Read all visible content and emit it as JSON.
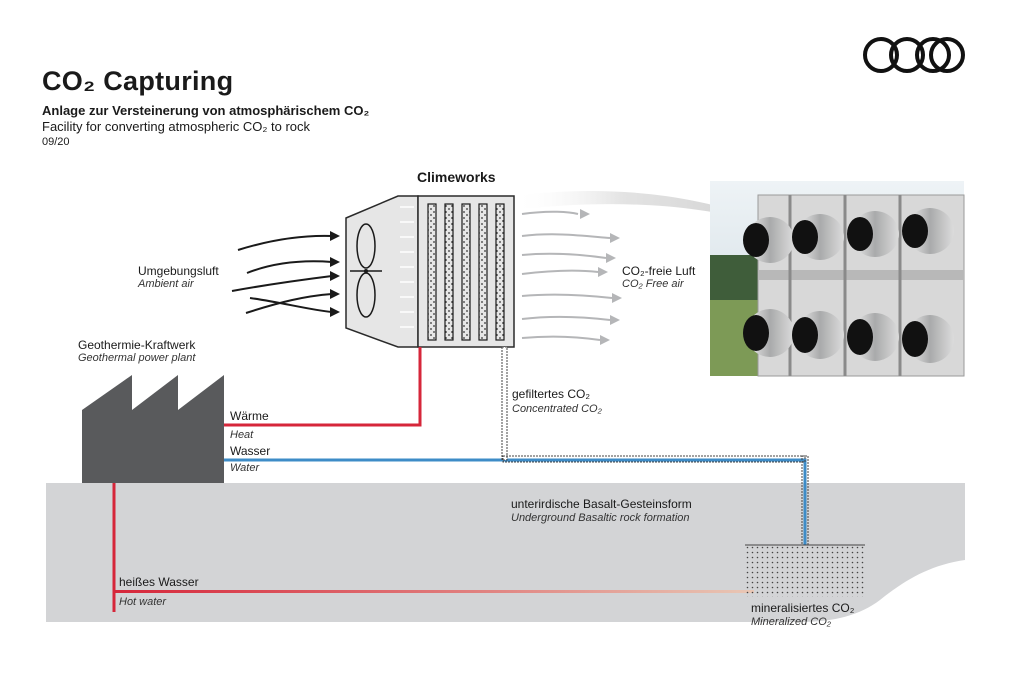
{
  "header": {
    "title": "CO₂ Capturing",
    "subtitle_de": "Anlage zur Versteinerung von atmosphärischem CO₂",
    "subtitle_en": "Facility for converting atmospheric CO₂ to rock",
    "date": "09/20"
  },
  "brand": {
    "logo_icon": "four-rings-logo"
  },
  "plant": {
    "name": "Climeworks"
  },
  "labels": {
    "ambient_de": "Umgebungsluft",
    "ambient_en": "Ambient air",
    "free_air_de": "CO₂-freie Luft",
    "free_air_en": "CO₂ Free air",
    "geothermal_de": "Geothermie-Kraftwerk",
    "geothermal_en": "Geothermal power plant",
    "heat_de": "Wärme",
    "heat_en": "Heat",
    "water_de": "Wasser",
    "water_en": "Water",
    "filtered_de": "gefiltertes CO₂",
    "filtered_en": "Concentrated CO₂",
    "basalt_de": "unterirdische Basalt-Gesteinsform",
    "basalt_en": "Underground Basaltic rock formation",
    "hotwater_de": "heißes Wasser",
    "hotwater_en": "Hot water",
    "mineral_de": "mineralisiertes CO₂",
    "mineral_en": "Mineralized CO₂"
  },
  "colors": {
    "heat": "#d6263a",
    "water": "#3e8cc7",
    "ground": "#d3d4d6",
    "building": "#595a5c",
    "unit": "#e6e6e6"
  }
}
